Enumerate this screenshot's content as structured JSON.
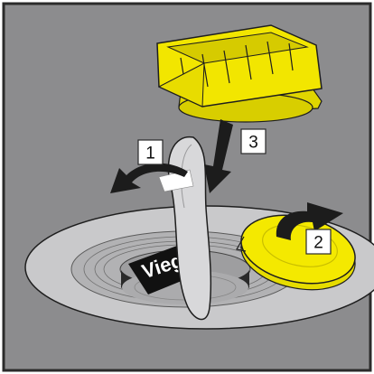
{
  "figure": {
    "steps": [
      {
        "label": "1"
      },
      {
        "label": "3"
      },
      {
        "label": "2"
      }
    ],
    "brand_text": "Vieg",
    "colors": {
      "background": "#8c8c8e",
      "frame": "#2b2b2b",
      "yellow": "#f2e600",
      "disc": "#c9c9cb",
      "arrow": "#1c1c1c"
    },
    "icons": [
      "rotate-arrow-icon",
      "insert-arrow-icon",
      "rotate-arrow-icon"
    ]
  }
}
